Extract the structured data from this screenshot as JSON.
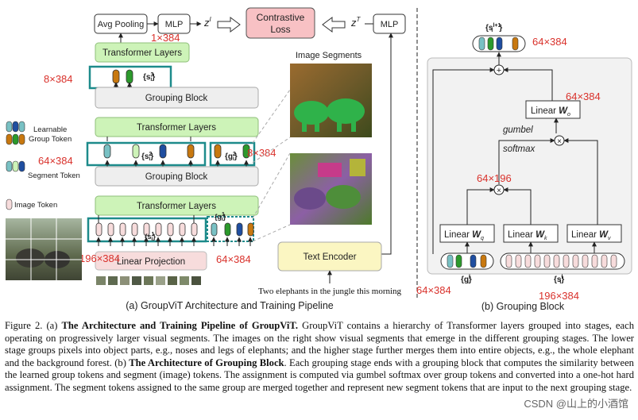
{
  "left": {
    "avg_pooling": "Avg Pooling",
    "mlp_img": "MLP",
    "zI": "z",
    "zI_sup": "I",
    "dim_zI": "1×384",
    "contrastive": [
      "Contrastive",
      "Loss"
    ],
    "zT": "z",
    "zT_sup": "T",
    "mlp_text": "MLP",
    "tl_top": "Transformer Layers",
    "dim_s3": "8×384",
    "s3": "{s",
    "s3_sub": "i",
    "s3_sup": "3",
    "gb_top": "Grouping Block",
    "tl_mid": "Transformer Layers",
    "legend_learnable": [
      "Learnable",
      "Group Token"
    ],
    "legend_segment": "Segment Token",
    "legend_image": "Image Token",
    "dim_s2": "64×384",
    "s2_sup": "2",
    "g2_sup": "2",
    "dim_g2": "8×384",
    "gb_bottom": "Grouping Block",
    "tl_bottom": "Transformer Layers",
    "s1_sup": "1",
    "g1_sup": "1",
    "dim_s1": "196×384",
    "linear_projection": "Linear Projection",
    "dim_g1": "64×384",
    "image_segments": "Image Segments",
    "text_encoder": "Text Encoder",
    "text_input": "Two elephants in the jungle this morning",
    "caption_a": "(a) GroupViT Architecture and Training Pipeline"
  },
  "right": {
    "s_out": "{s",
    "s_out_sub": "i",
    "s_out_sup": "l+1",
    "dim_out": "64×384",
    "linear_o": "Linear ",
    "W_o": "W",
    "W_o_sub": "o",
    "dim_o": "64×384",
    "gumbel": "gumbel",
    "softmax": "softmax",
    "dim_attn": "64×196",
    "linear_q": "Linear ",
    "W_q_sub": "q",
    "linear_k": "Linear ",
    "W_k_sub": "k",
    "linear_v": "Linear ",
    "W_v_sub": "v",
    "g_in": "{g",
    "g_in_sup": "l",
    "s_in": "{s",
    "s_in_sup": "l",
    "dim_g_in": "64×384",
    "dim_s_in": "196×384",
    "caption_b": "(b) Grouping Block"
  },
  "colors": {
    "transformer_fill": "#cdf3b8",
    "grouping_fill": "#eeeeee",
    "contrastive_fill": "#f8c1c4",
    "text_encoder_fill": "#fbf6c2",
    "teal": "#1d8b8b",
    "dim_red": "#d9312b",
    "group_blue": "#1f4ea0",
    "group_orange": "#c8780f",
    "group_green": "#2c9a2c",
    "group_teal": "#79c1c4",
    "image_token": "#f7dcdc"
  },
  "caption": {
    "fig": "Figure 2. (a) ",
    "title_a": "The Architecture and Training Pipeline of GroupViT.",
    "body_a": " GroupViT contains a hierarchy of Transformer layers grouped into stages, each operating on progressively larger visual segments. The images on the right show visual segments that emerge in the different grouping stages. The lower stage groups pixels into object parts, e.g., noses and legs of elephants; and the higher stage further merges them into entire objects, e.g., the whole elephant and the background forest. (b) ",
    "title_b": "The Architecture of Grouping Block",
    "body_b": ". Each grouping stage ends with a grouping block that computes the similarity between the learned group tokens and segment (image) tokens. The assignment is computed via gumbel softmax over group tokens and converted into a one-hot hard assignment. The segment tokens assigned to the same group are merged together and represent new segment tokens that are input to the next grouping stage."
  },
  "watermark": "CSDN @山上的小酒馆"
}
